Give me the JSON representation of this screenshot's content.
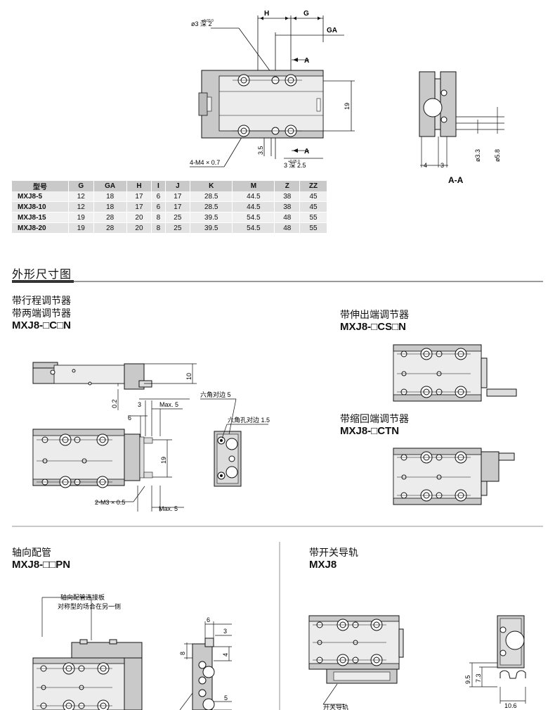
{
  "top_drawing": {
    "dim_h": "H",
    "dim_g": "G",
    "dim_ga": "GA",
    "dim_19": "19",
    "hole_note": "ø3  深 2",
    "hole_note_tol": "+0.03 0",
    "section_a": "A",
    "thread_note": "4-M4 × 0.7",
    "dim_35": "3.5",
    "bottom_hole_note": "3  深 2.5",
    "bottom_hole_tol": "+0.05 0"
  },
  "section_view": {
    "dim_4": "4",
    "dim_3": "3",
    "dim_phi33": "ø3.3",
    "dim_phi58": "ø5.8",
    "label": "A-A"
  },
  "spec_table": {
    "headers": [
      "型号",
      "G",
      "GA",
      "H",
      "I",
      "J",
      "K",
      "M",
      "Z",
      "ZZ"
    ],
    "rows": [
      [
        "MXJ8-5",
        "12",
        "18",
        "17",
        "6",
        "17",
        "28.5",
        "44.5",
        "38",
        "45"
      ],
      [
        "MXJ8-10",
        "12",
        "18",
        "17",
        "6",
        "17",
        "28.5",
        "44.5",
        "38",
        "45"
      ],
      [
        "MXJ8-15",
        "19",
        "28",
        "20",
        "8",
        "25",
        "39.5",
        "54.5",
        "48",
        "55"
      ],
      [
        "MXJ8-20",
        "19",
        "28",
        "20",
        "8",
        "25",
        "39.5",
        "54.5",
        "48",
        "55"
      ]
    ]
  },
  "section_heading": "外形尺寸图",
  "block_adjuster": {
    "line1": "带行程调节器",
    "line2": "带两端调节器",
    "model": "MXJ8-□C□N",
    "dim_10": "10",
    "dim_02": "0.2",
    "dim_3": "3",
    "dim_max5": "Max. 5",
    "dim_6": "6",
    "dim_19": "19",
    "thread_note": "2-M3 × 0.5",
    "dim_max5_bottom": "Max. 5",
    "hex_across": "六角对边 5",
    "hex_hole_across": "六角孔对边 1.5"
  },
  "block_extend": {
    "line1": "带伸出端调节器",
    "model": "MXJ8-□CS□N"
  },
  "block_retract": {
    "line1": "带缩回端调节器",
    "model": "MXJ8-□CTN"
  },
  "block_axial": {
    "line1": "轴向配管",
    "model": "MXJ8-□□PN",
    "note1": "轴向配管连接板",
    "note2": "对称型的场合在另一侧",
    "dim_6": "6",
    "dim_3": "3",
    "dim_8": "8",
    "dim_4": "4",
    "dim_5": "5"
  },
  "block_switch": {
    "line1": "带开关导轨",
    "model": "MXJ8",
    "dim_95": "9.5",
    "dim_73": "7.3",
    "dim_106": "10.6",
    "rail_label": "开关导轨"
  },
  "colors": {
    "body_fill": "#c9c9c9",
    "body_light": "#e4e4e4",
    "line": "#111111",
    "table_header": "#c9c9c9",
    "divider": "#c9c9c9"
  }
}
